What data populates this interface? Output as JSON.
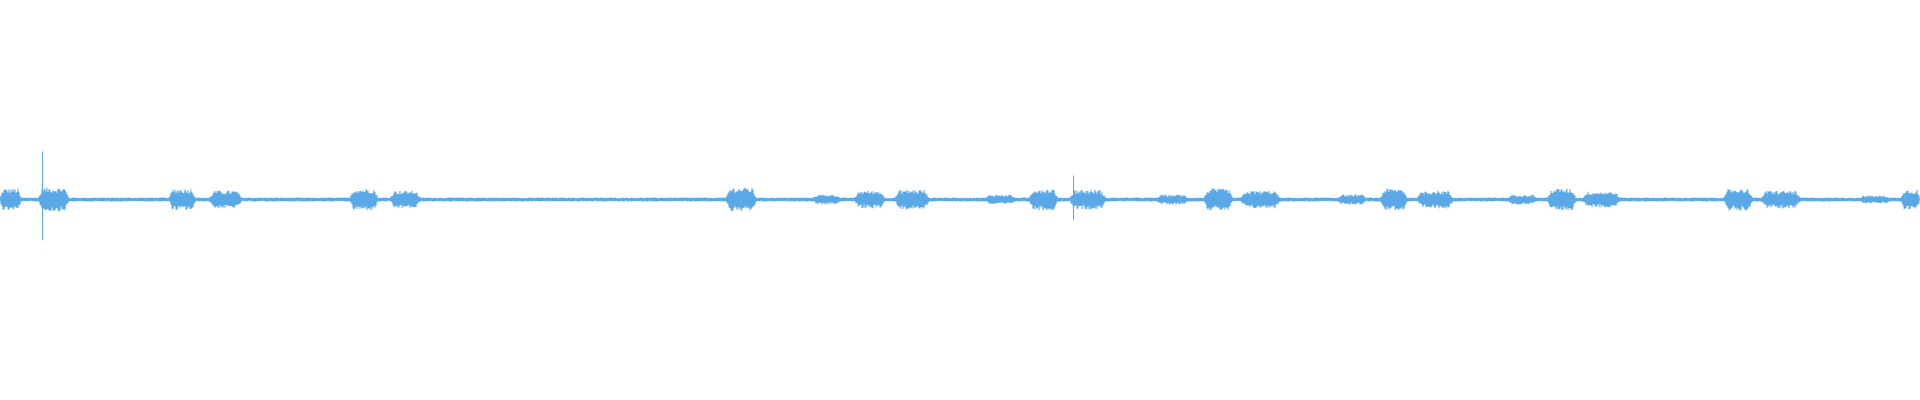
{
  "waveform": {
    "color": "#5aa9e6",
    "baseline_amplitude": 0.01,
    "bursts": [
      {
        "start": 0.0,
        "end": 0.011,
        "amp": 0.055
      },
      {
        "start": 0.02,
        "end": 0.036,
        "amp": 0.06
      },
      {
        "start": 0.088,
        "end": 0.102,
        "amp": 0.055
      },
      {
        "start": 0.109,
        "end": 0.126,
        "amp": 0.045
      },
      {
        "start": 0.182,
        "end": 0.197,
        "amp": 0.055
      },
      {
        "start": 0.203,
        "end": 0.219,
        "amp": 0.045
      },
      {
        "start": 0.378,
        "end": 0.394,
        "amp": 0.06
      },
      {
        "start": 0.423,
        "end": 0.438,
        "amp": 0.025
      },
      {
        "start": 0.445,
        "end": 0.461,
        "amp": 0.045
      },
      {
        "start": 0.466,
        "end": 0.484,
        "amp": 0.05
      },
      {
        "start": 0.513,
        "end": 0.529,
        "amp": 0.025
      },
      {
        "start": 0.536,
        "end": 0.551,
        "amp": 0.055
      },
      {
        "start": 0.557,
        "end": 0.576,
        "amp": 0.05
      },
      {
        "start": 0.602,
        "end": 0.619,
        "amp": 0.025
      },
      {
        "start": 0.627,
        "end": 0.642,
        "amp": 0.055
      },
      {
        "start": 0.646,
        "end": 0.667,
        "amp": 0.045
      },
      {
        "start": 0.696,
        "end": 0.712,
        "amp": 0.025
      },
      {
        "start": 0.719,
        "end": 0.733,
        "amp": 0.055
      },
      {
        "start": 0.738,
        "end": 0.757,
        "amp": 0.045
      },
      {
        "start": 0.785,
        "end": 0.801,
        "amp": 0.025
      },
      {
        "start": 0.806,
        "end": 0.821,
        "amp": 0.055
      },
      {
        "start": 0.824,
        "end": 0.844,
        "amp": 0.04
      },
      {
        "start": 0.898,
        "end": 0.913,
        "amp": 0.055
      },
      {
        "start": 0.917,
        "end": 0.938,
        "amp": 0.045
      },
      {
        "start": 0.968,
        "end": 0.985,
        "amp": 0.02
      },
      {
        "start": 0.99,
        "end": 1.0,
        "amp": 0.05
      }
    ],
    "spikes": [
      {
        "pos": 0.022,
        "amp": 0.24
      },
      {
        "pos": 0.559,
        "amp": 0.12
      }
    ]
  }
}
